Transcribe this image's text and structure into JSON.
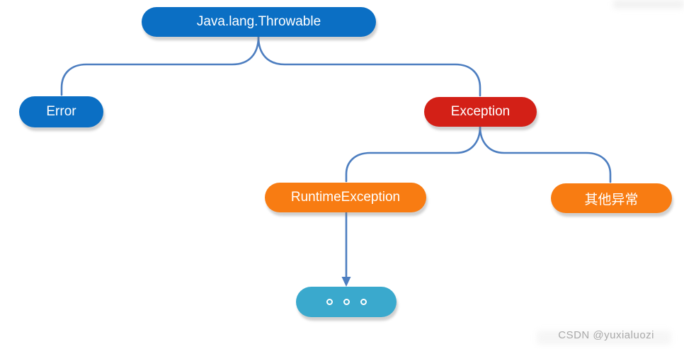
{
  "diagram": {
    "type": "tree",
    "description": "Java exception class hierarchy",
    "root": "Java.lang.Throwable"
  },
  "nodes": [
    {
      "id": "throwable",
      "label": "Java.lang.Throwable",
      "color": "#0b6fc4",
      "shape": "pill"
    },
    {
      "id": "error",
      "label": "Error",
      "color": "#0b6fc4",
      "shape": "pill"
    },
    {
      "id": "exception",
      "label": "Exception",
      "color": "#d32017",
      "shape": "pill"
    },
    {
      "id": "runtime-exception",
      "label": "RuntimeException",
      "color": "#f87c12",
      "shape": "pill"
    },
    {
      "id": "other-exception",
      "label": "其他异常",
      "color": "#f87c12",
      "shape": "pill"
    },
    {
      "id": "more",
      "label": "",
      "icon": "ellipsis-dots-icon",
      "color": "#3aa9cd",
      "shape": "pill"
    }
  ],
  "edges": [
    {
      "from": "throwable",
      "to": "error",
      "style": "curve"
    },
    {
      "from": "throwable",
      "to": "exception",
      "style": "curve"
    },
    {
      "from": "exception",
      "to": "runtime-exception",
      "style": "curve"
    },
    {
      "from": "exception",
      "to": "other-exception",
      "style": "curve"
    },
    {
      "from": "runtime-exception",
      "to": "more",
      "style": "straight-arrow"
    }
  ],
  "colors": {
    "connector": "#4d7ec0",
    "node_blue": "#0b6fc4",
    "node_red": "#d32017",
    "node_orange": "#f87c12",
    "node_teal": "#3aa9cd",
    "background": "#ffffff",
    "watermark_text": "#a9a9a9"
  },
  "watermark": {
    "text": "CSDN @yuxialuozi"
  }
}
